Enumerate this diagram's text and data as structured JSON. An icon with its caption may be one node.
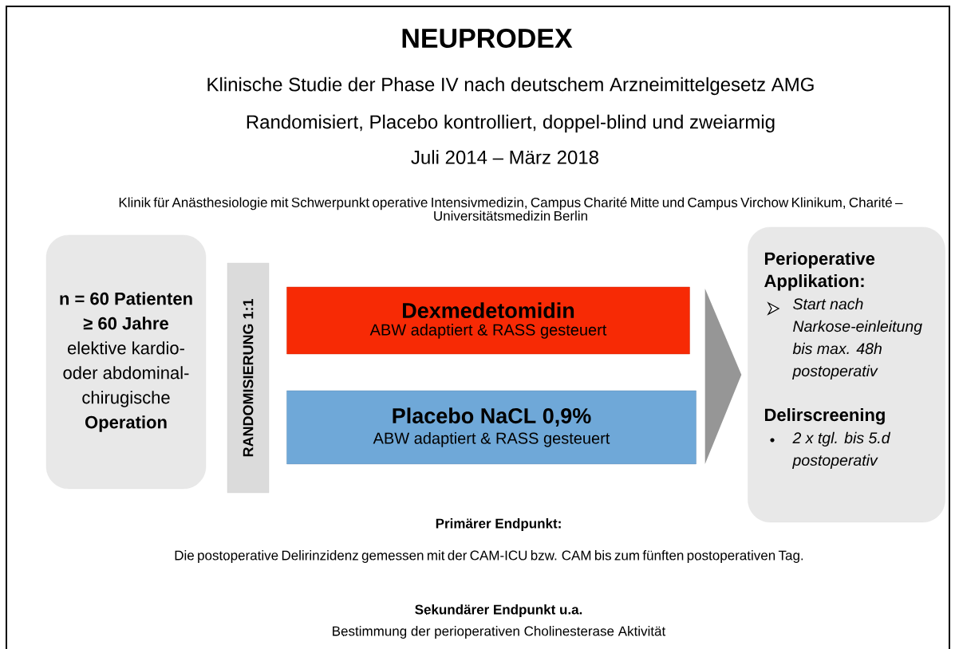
{
  "diagram": {
    "title": "NEUPRODEX",
    "nodes": [
      {
        "text": [
          "n = 60 Patienten ≥ 60 Jahre",
          "elektive kardio- oder abdominal-chirugische",
          "Operation"
        ]
      },
      {
        "text": [
          "RANDOMISIERUNG 1:1"
        ]
      },
      {
        "text": [
          "Dexmedetomidin",
          "ABW adaptiert & RASS gesteuert"
        ]
      },
      {
        "text": [
          "Placebo NaCL 0,9%",
          "ABW adaptiert & RASS gesteuert"
        ]
      },
      {
        "text": [
          "Perioperative Applikation:",
          "Start nach Narkose-einleitung bis max. 48h postoperativ",
          "Delirscreening",
          "2 x tgl. bis 5.d postoperativ"
        ]
      }
    ],
    "edges": [
      {
        "from": 2,
        "to": 4,
        "arrow": "to"
      },
      {
        "from": 3,
        "to": 4,
        "arrow": "to"
      }
    ],
    "labels": [
      "Klinische Studie der Phase IV nach deutschem Arzneimittelgesetz AMG",
      "Randomisiert, Placebo kontrolliert, doppel-blind und zweiarmig",
      "Juli 2014 – März 2018",
      "Klinik für Anästhesiologie mit Schwerpunkt operative Intensivmedizin, Campus Charité Mitte und Campus Virchow Klinikum, Charité – Universitätsmedizin Berlin",
      "Primärer Endpunkt:",
      "Die postoperative Delirinzidenz gemessen mit der CAM-ICU bzw. CAM bis zum fünften postoperativen Tag.",
      "Sekundärer Endpunkt u.a.",
      "Bestimmung der perioperativen Cholinesterase Aktivität"
    ]
  }
}
